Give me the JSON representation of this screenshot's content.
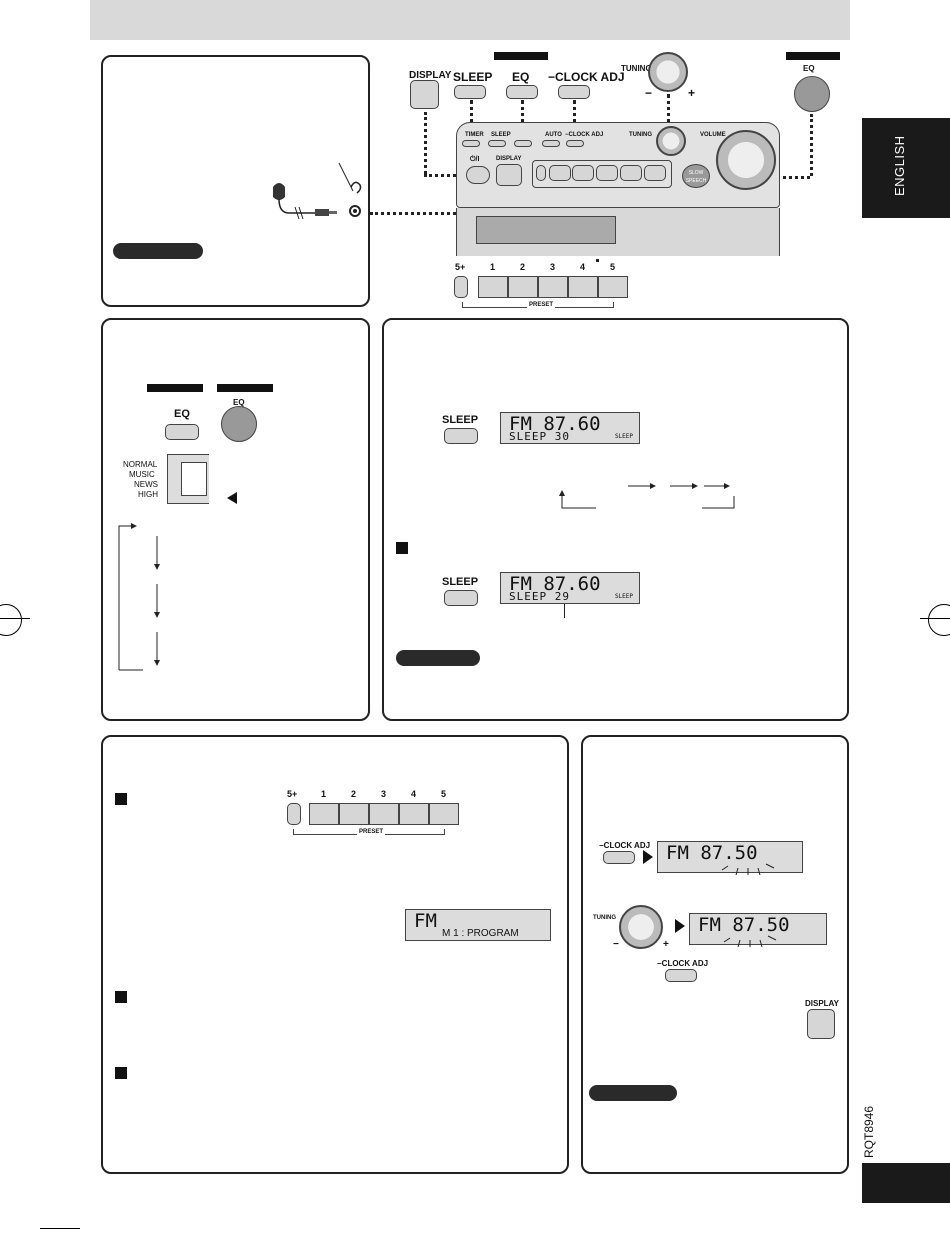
{
  "side_tab": "ENGLISH",
  "doc_code": "RQT8946",
  "buttons": {
    "display": "DISPLAY",
    "sleep": "SLEEP",
    "eq": "EQ",
    "clock_adj": "−CLOCK ADJ",
    "tuning": "TUNING",
    "volume": "VOLUME",
    "power": "⏻/I",
    "auto": "AUTO",
    "timer": "TIMER",
    "slow_speech": "SLOW SPEECH",
    "minus": "−",
    "plus": "+"
  },
  "presets": {
    "shift": "5+",
    "keys": [
      "1",
      "2",
      "3",
      "4",
      "5"
    ],
    "label": "PRESET"
  },
  "eq_modes": [
    "NORMAL",
    "MUSIC",
    "NEWS",
    "HIGH"
  ],
  "sleep_display_1": {
    "line1": "FM 87.60",
    "line2": "SLEEP  30",
    "tag": "SLEEP"
  },
  "sleep_display_2": {
    "line1": "FM 87.60",
    "line2": "SLEEP  29",
    "tag": "SLEEP"
  },
  "program_display": {
    "line1": "FM",
    "line2": "M  1 : PROGRAM"
  },
  "clock_display_1": {
    "line1": "FM  87.50"
  },
  "clock_display_2": {
    "line1": "FM  87.50"
  }
}
